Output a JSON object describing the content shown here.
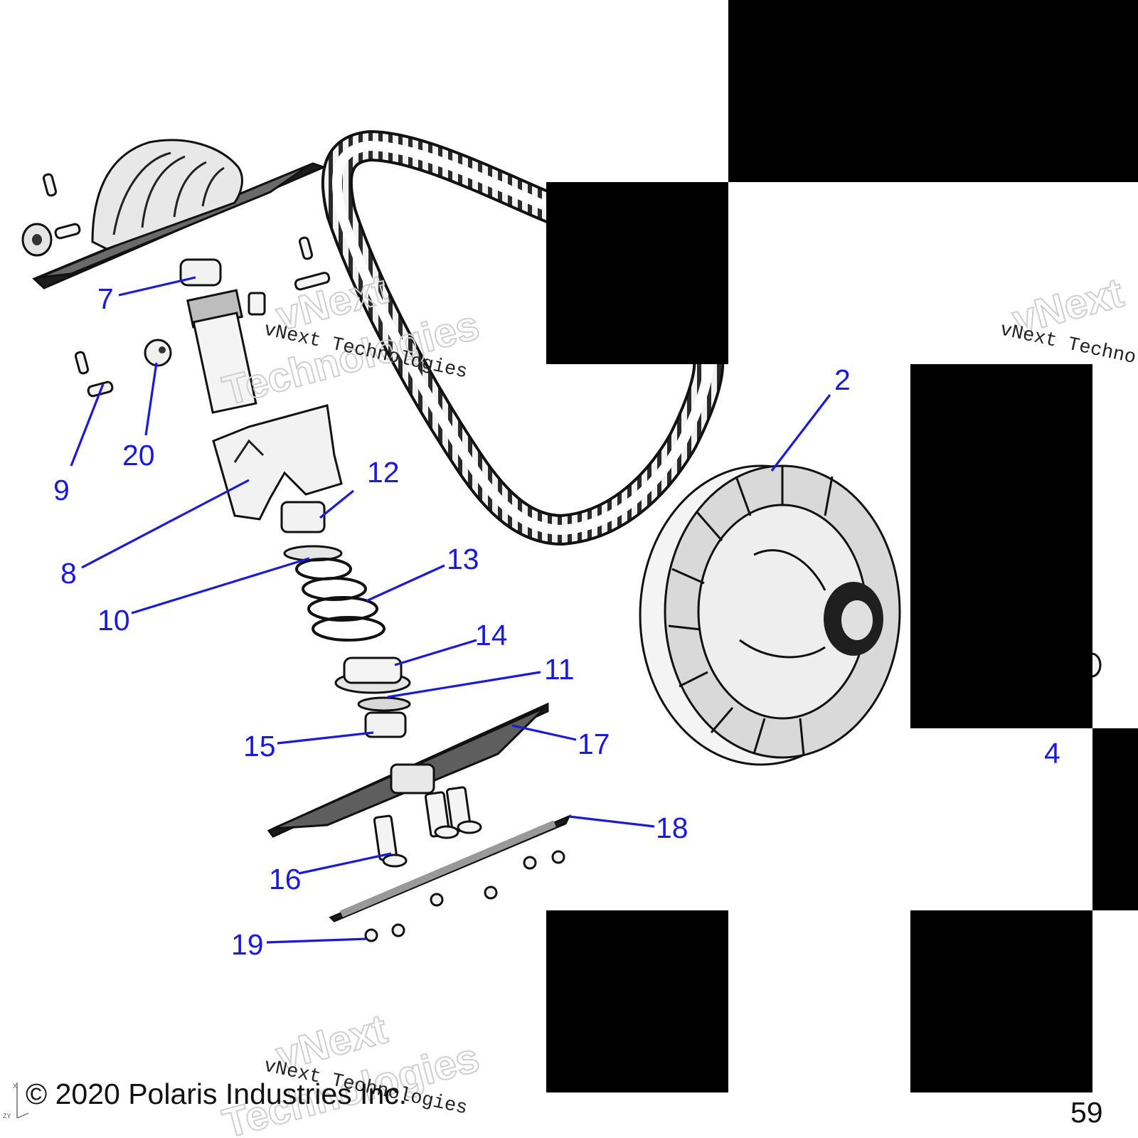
{
  "copyright": "© 2020 Polaris Industries Inc.",
  "watermark": {
    "brand": "vNext",
    "word": "Technologies",
    "line": "vNext Technologies"
  },
  "page_number_fragment": "59",
  "axis_triad": {
    "x": "X",
    "zy": "ZY"
  },
  "callouts": [
    {
      "id": "2",
      "label": "2"
    },
    {
      "id": "4",
      "label": "4"
    },
    {
      "id": "7",
      "label": "7"
    },
    {
      "id": "8",
      "label": "8"
    },
    {
      "id": "9",
      "label": "9"
    },
    {
      "id": "10",
      "label": "10"
    },
    {
      "id": "11",
      "label": "11"
    },
    {
      "id": "12",
      "label": "12"
    },
    {
      "id": "13",
      "label": "13"
    },
    {
      "id": "14",
      "label": "14"
    },
    {
      "id": "15",
      "label": "15"
    },
    {
      "id": "16",
      "label": "16"
    },
    {
      "id": "17",
      "label": "17"
    },
    {
      "id": "18",
      "label": "18"
    },
    {
      "id": "19",
      "label": "19"
    },
    {
      "id": "20",
      "label": "20"
    }
  ]
}
